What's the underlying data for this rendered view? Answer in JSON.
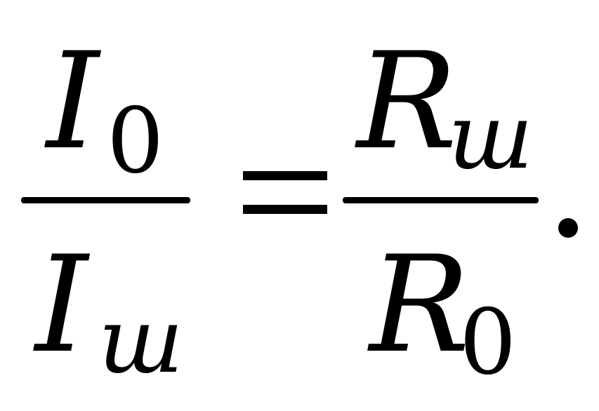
{
  "equation": {
    "left_fraction": {
      "numerator": {
        "symbol": "I",
        "subscript": "0"
      },
      "denominator": {
        "symbol": "I",
        "subscript": "ш"
      }
    },
    "relation": "=",
    "right_fraction": {
      "numerator": {
        "symbol": "R",
        "subscript": "ш"
      },
      "denominator": {
        "symbol": "R",
        "subscript": "0"
      }
    },
    "terminator": "."
  }
}
